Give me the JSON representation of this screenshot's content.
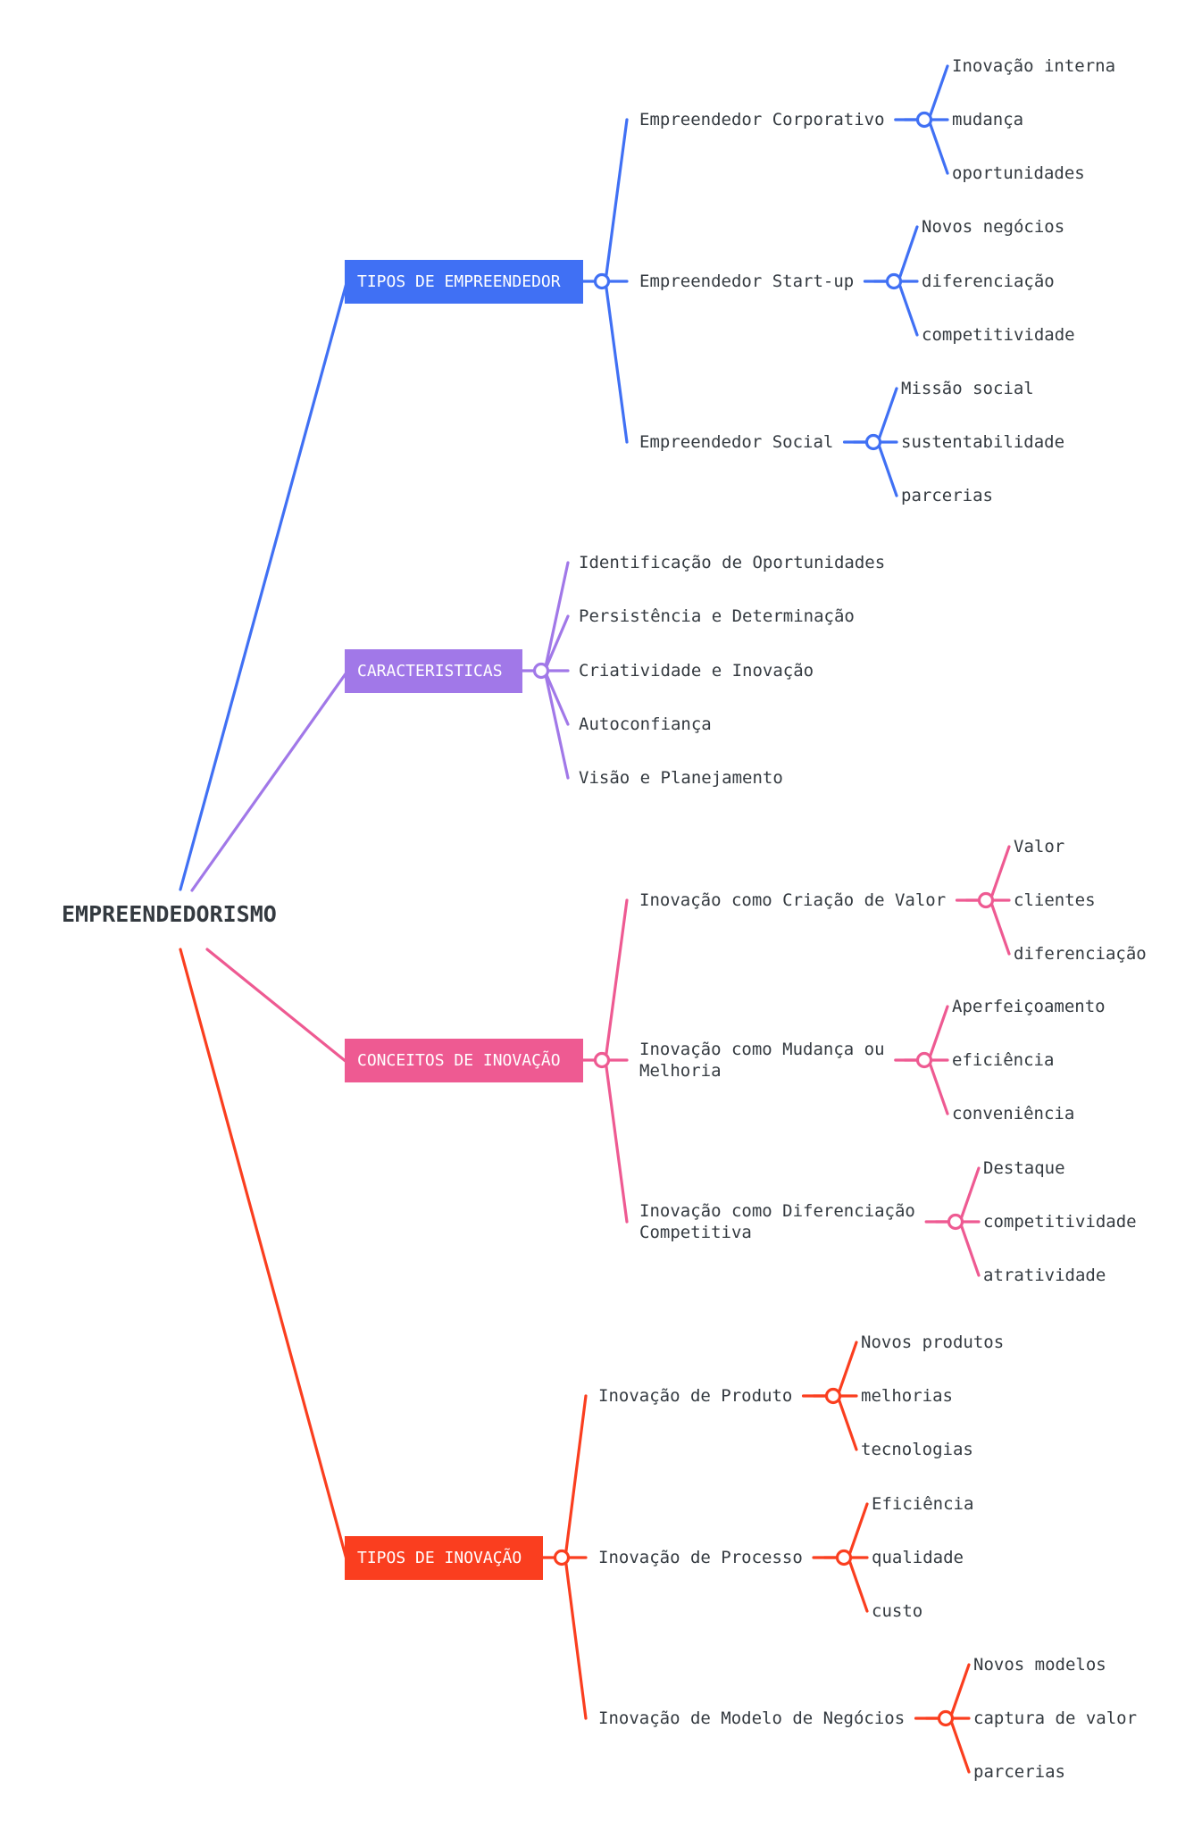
{
  "root": {
    "label": "EMPREENDEDORISMO"
  },
  "branches": [
    {
      "label": "TIPOS DE EMPREENDEDOR",
      "color": "#4070f4",
      "children": [
        {
          "lines": [
            "Empreendedor Corporativo"
          ],
          "children": [
            "Inovação interna",
            "mudança",
            "oportunidades"
          ]
        },
        {
          "lines": [
            "Empreendedor Start-up"
          ],
          "children": [
            "Novos negócios",
            "diferenciação",
            "competitividade"
          ]
        },
        {
          "lines": [
            "Empreendedor Social"
          ],
          "children": [
            "Missão social",
            "sustentabilidade",
            "parcerias"
          ]
        }
      ]
    },
    {
      "label": "CARACTERISTICAS",
      "color": "#a178e8",
      "items": [
        "Identificação de Oportunidades",
        "Persistência e Determinação",
        "Criatividade e Inovação",
        "Autoconfiança",
        "Visão e Planejamento"
      ]
    },
    {
      "label": "CONCEITOS DE INOVAÇÃO",
      "color": "#ee5a92",
      "children": [
        {
          "lines": [
            "Inovação como Criação de Valor"
          ],
          "children": [
            "Valor",
            "clientes",
            "diferenciação"
          ]
        },
        {
          "lines": [
            "Inovação como Mudança ou",
            "Melhoria"
          ],
          "children": [
            "Aperfeiçoamento",
            "eficiência",
            "conveniência"
          ]
        },
        {
          "lines": [
            "Inovação como Diferenciação",
            "Competitiva"
          ],
          "children": [
            "Destaque",
            "competitividade",
            "atratividade"
          ]
        }
      ]
    },
    {
      "label": "TIPOS DE INOVAÇÃO",
      "color": "#fa3e1f",
      "children": [
        {
          "lines": [
            "Inovação de Produto"
          ],
          "children": [
            "Novos produtos",
            "melhorias",
            "tecnologias"
          ]
        },
        {
          "lines": [
            "Inovação de Processo"
          ],
          "children": [
            "Eficiência",
            "qualidade",
            "custo"
          ]
        },
        {
          "lines": [
            "Inovação de Modelo de Negócios"
          ],
          "children": [
            "Novos modelos",
            "captura de valor",
            "parcerias"
          ]
        }
      ]
    }
  ]
}
